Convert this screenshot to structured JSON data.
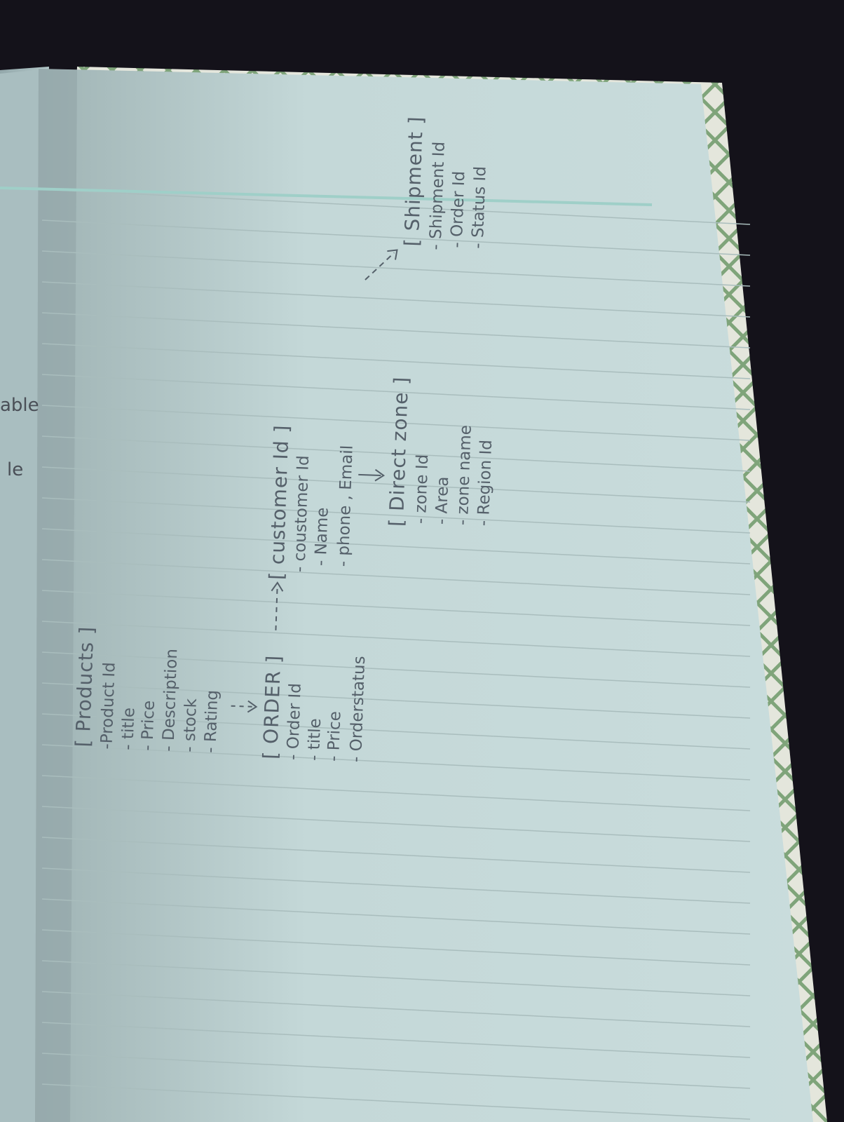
{
  "diagram": {
    "left_page_fragments": [
      "able",
      "le"
    ],
    "tables": [
      {
        "id": "products",
        "title": "[ Products ]",
        "fields": [
          "-Product Id",
          "- title",
          "- Price",
          "- Description",
          "- stock",
          "- Rating"
        ]
      },
      {
        "id": "order",
        "title": "[ ORDER ]",
        "fields": [
          "- Order Id",
          "- title",
          "- Price",
          "- Orderstatus"
        ]
      },
      {
        "id": "customer",
        "title": "[ customer Id ]",
        "fields": [
          "- coustomer Id",
          "- Name",
          "- phone , Email"
        ]
      },
      {
        "id": "direct-zone",
        "title": "[ Direct zone ]",
        "fields": [
          "- zone Id",
          "- Area",
          "- zone name",
          "- Region Id"
        ]
      },
      {
        "id": "shipment",
        "title": "[ Shipment ]",
        "fields": [
          "- Shipment Id",
          "- Order Id",
          "- Status Id"
        ]
      }
    ],
    "relations": [
      {
        "from": "products",
        "to": "order",
        "style": "dashed-arrow"
      },
      {
        "from": "order",
        "to": "customer",
        "style": "dashed-arrow"
      },
      {
        "from": "customer",
        "to": "direct-zone",
        "style": "arrow"
      },
      {
        "from": "customer",
        "to": "shipment",
        "style": "arrow"
      }
    ],
    "colors": {
      "page": "#c9dcdc",
      "ruled_line": "#a9bdbd",
      "red_margin": "#9fcfc8",
      "ink": "#55606a",
      "cover_green": "#8fb08a"
    }
  }
}
